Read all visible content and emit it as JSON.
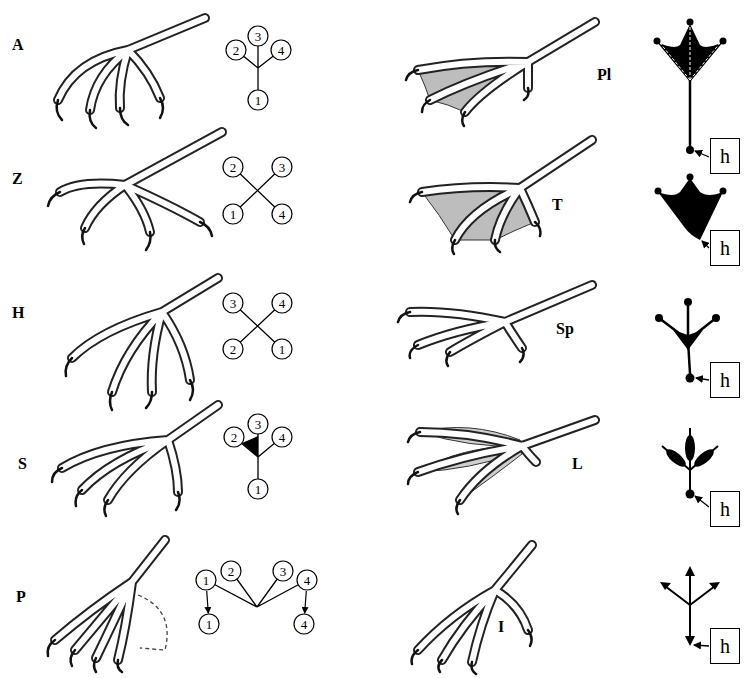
{
  "diagram": {
    "nodes": [
      {
        "text": [
          "2"
        ]
      },
      {
        "text": [
          "3"
        ]
      },
      {
        "text": [
          "4"
        ]
      },
      {
        "text": [
          "1"
        ]
      },
      {
        "text": [
          "h"
        ]
      },
      {
        "text": [
          "2"
        ]
      },
      {
        "text": [
          "3"
        ]
      },
      {
        "text": [
          "1"
        ]
      },
      {
        "text": [
          "4"
        ]
      },
      {
        "text": [
          "h"
        ]
      },
      {
        "text": [
          "3"
        ]
      },
      {
        "text": [
          "4"
        ]
      },
      {
        "text": [
          "2"
        ]
      },
      {
        "text": [
          "1"
        ]
      },
      {
        "text": [
          "h"
        ]
      },
      {
        "text": [
          "2"
        ]
      },
      {
        "text": [
          "3"
        ]
      },
      {
        "text": [
          "4"
        ]
      },
      {
        "text": [
          "1"
        ]
      },
      {
        "text": [
          "h"
        ]
      },
      {
        "text": [
          "1"
        ]
      },
      {
        "text": [
          "2"
        ]
      },
      {
        "text": [
          "3"
        ]
      },
      {
        "text": [
          "4"
        ]
      },
      {
        "text": [
          "1"
        ]
      },
      {
        "text": [
          "4"
        ]
      },
      {
        "text": [
          "h"
        ]
      }
    ],
    "edges": [
      {
        "from": 20,
        "to": 24,
        "arrow": "to"
      },
      {
        "from": 23,
        "to": 25,
        "arrow": "to"
      }
    ],
    "labels": [
      "A",
      "Pl",
      "Z",
      "T",
      "H",
      "Sp",
      "S",
      "L",
      "P",
      "I"
    ]
  }
}
